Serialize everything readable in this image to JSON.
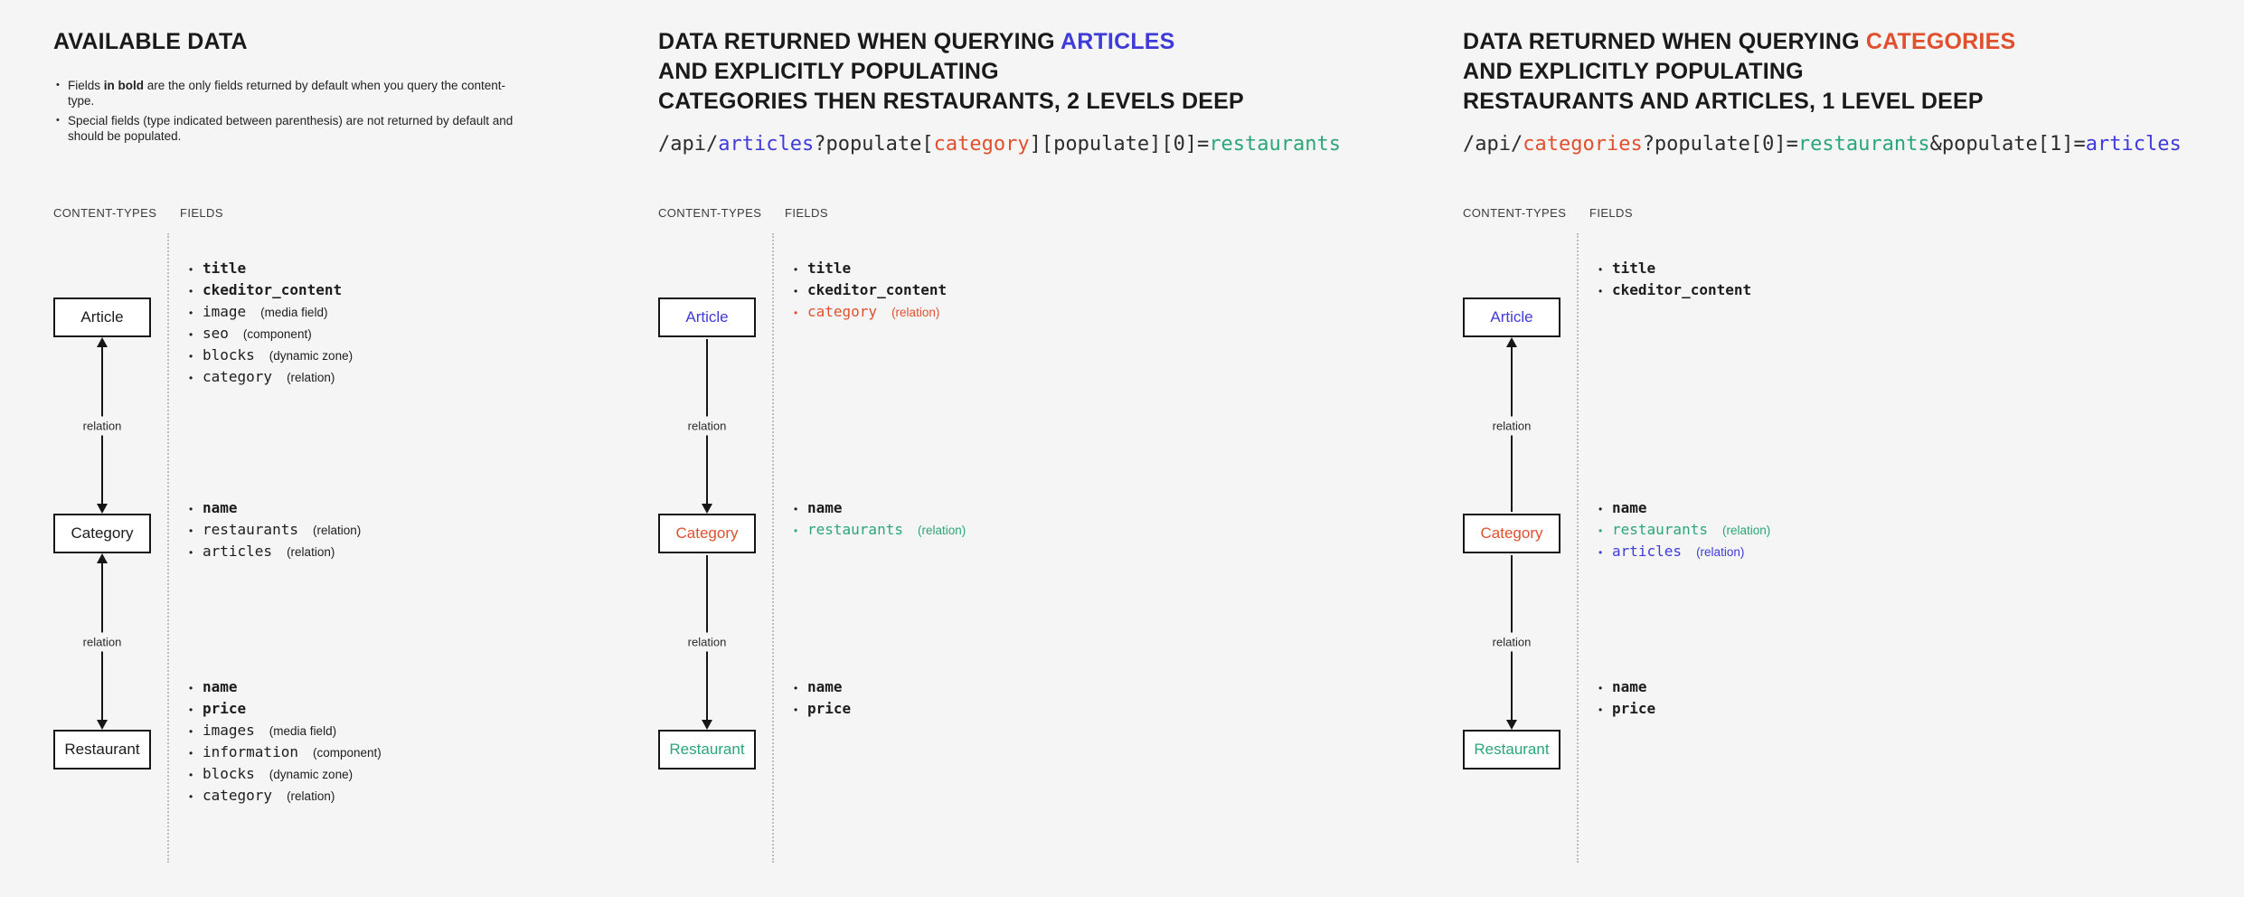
{
  "ui": {
    "bullet": "•",
    "relation_label": "relation",
    "content_types_label": "CONTENT-TYPES",
    "fields_label": "FIELDS"
  },
  "nodes": {
    "article": "Article",
    "category": "Category",
    "restaurant": "Restaurant"
  },
  "colors": {
    "background": "#f5f5f5",
    "text": "#1c1c1c",
    "articles_blue": "#3e3bd8",
    "categories_red": "#e0502f",
    "restaurants_teal": "#2ba579"
  },
  "available": {
    "title": "AVAILABLE DATA",
    "note1_pre": "Fields ",
    "note1_bold": "in bold",
    "note1_post": " are the only fields returned by default when you query the content-type.",
    "note2": "Special fields (type indicated between parenthesis) are not returned by default and should be populated.",
    "article_fields": [
      {
        "name": "title"
      },
      {
        "name": "ckeditor_content"
      },
      {
        "name": "image",
        "type": "(media field)"
      },
      {
        "name": "seo",
        "type": "(component)"
      },
      {
        "name": "blocks",
        "type": "(dynamic zone)"
      },
      {
        "name": "category",
        "type": "(relation)"
      }
    ],
    "category_fields": [
      {
        "name": "name"
      },
      {
        "name": "restaurants",
        "type": "(relation)"
      },
      {
        "name": "articles",
        "type": "(relation)"
      }
    ],
    "restaurant_fields": [
      {
        "name": "name"
      },
      {
        "name": "price"
      },
      {
        "name": "images",
        "type": "(media field)"
      },
      {
        "name": "information",
        "type": "(component)"
      },
      {
        "name": "blocks",
        "type": "(dynamic zone)"
      },
      {
        "name": "category",
        "type": "(relation)"
      }
    ]
  },
  "query_articles": {
    "heading_pre": "DATA RETURNED WHEN QUERYING ",
    "heading_highlight": "ARTICLES",
    "heading_line2": "AND EXPLICITLY POPULATING",
    "heading_line3": "CATEGORIES THEN RESTAURANTS, 2 LEVELS DEEP",
    "code": {
      "seg1": "/api/",
      "seg2": "articles",
      "seg3": "?populate[",
      "seg4": "category",
      "seg5": "][populate][0]=",
      "seg6": "restaurants"
    },
    "article_fields": [
      {
        "name": "title"
      },
      {
        "name": "ckeditor_content"
      },
      {
        "name": "category",
        "type": "(relation)"
      }
    ],
    "category_fields": [
      {
        "name": "name"
      },
      {
        "name": "restaurants",
        "type": "(relation)"
      }
    ],
    "restaurant_fields": [
      {
        "name": "name"
      },
      {
        "name": "price"
      }
    ]
  },
  "query_categories": {
    "heading_pre": "DATA RETURNED WHEN QUERYING ",
    "heading_highlight": "CATEGORIES",
    "heading_line2": "AND EXPLICITLY POPULATING",
    "heading_line3": "RESTAURANTS AND ARTICLES, 1 LEVEL DEEP",
    "code": {
      "seg1": "/api/",
      "seg2": "categories",
      "seg3": "?populate[0]=",
      "seg4": "restaurants",
      "seg5": "&populate[1]=",
      "seg6": "articles"
    },
    "article_fields": [
      {
        "name": "title"
      },
      {
        "name": "ckeditor_content"
      }
    ],
    "category_fields": [
      {
        "name": "name"
      },
      {
        "name": "restaurants",
        "type": "(relation)"
      },
      {
        "name": "articles",
        "type": "(relation)"
      }
    ],
    "restaurant_fields": [
      {
        "name": "name"
      },
      {
        "name": "price"
      }
    ]
  }
}
